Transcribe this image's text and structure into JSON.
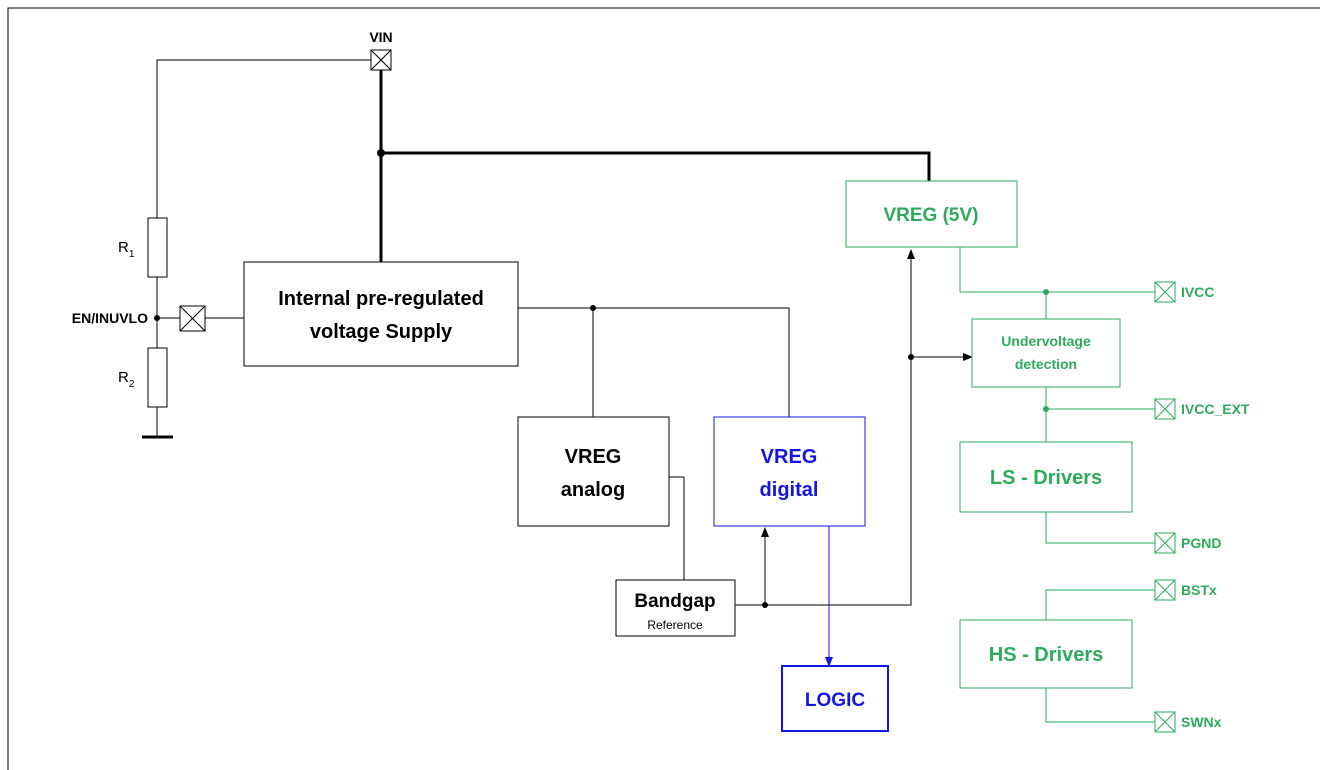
{
  "pins": {
    "vin": "VIN",
    "en": "EN/INUVLO",
    "ivcc": "IVCC",
    "ivcc_ext": "IVCC_EXT",
    "pgnd": "PGND",
    "bstx": "BSTx",
    "swnx": "SWNx"
  },
  "resistors": {
    "r1": "R",
    "r1_sub": "1",
    "r2": "R",
    "r2_sub": "2"
  },
  "blocks": {
    "preregulator_line1": "Internal pre-regulated",
    "preregulator_line2": "voltage Supply",
    "vreg_analog_line1": "VREG",
    "vreg_analog_line2": "analog",
    "vreg_digital_line1": "VREG",
    "vreg_digital_line2": "digital",
    "bandgap": "Bandgap",
    "bandgap_sub": "Reference",
    "logic": "LOGIC",
    "vreg5v": "VREG (5V)",
    "uv_line1": "Undervoltage",
    "uv_line2": "detection",
    "ls_drivers": "LS - Drivers",
    "hs_drivers": "HS - Drivers"
  },
  "colors": {
    "black": "#000000",
    "green": "#2eaa5c",
    "blue": "#1414e6"
  }
}
